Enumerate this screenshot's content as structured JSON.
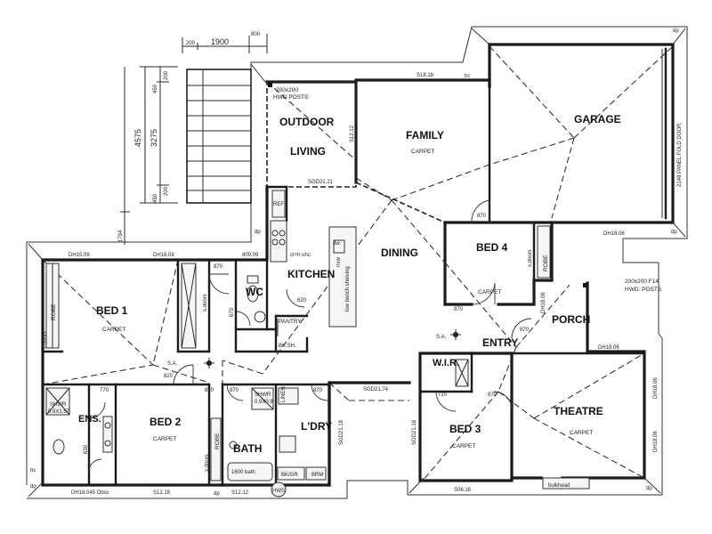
{
  "rooms": {
    "outdoor_living": [
      "OUTDOOR",
      "LIVING"
    ],
    "family": "FAMILY",
    "family_finish": "CARPET",
    "garage": "GARAGE",
    "dining": "DINING",
    "kitchen": "KITCHEN",
    "bed1": "BED 1",
    "bed1_finish": "CARPET",
    "bed2": "BED 2",
    "bed2_finish": "CARPET",
    "bed3": "BED 3",
    "bed3_finish": "CARPET",
    "bed4": "BED 4",
    "bed4_finish": "CARPET",
    "wc": "WC",
    "pantry": "PANTRY",
    "bath": "BATH",
    "laundry": "L'DRY",
    "ensuite": "ENS.",
    "wir": "W.I.R.",
    "entry": "ENTRY",
    "porch": "PORCH",
    "theatre": "THEATRE",
    "theatre_finish": "CARPET"
  },
  "labels": {
    "posts_rear": [
      "200x200",
      "HWD POSTS"
    ],
    "posts_porch": [
      "200x200 F14",
      "HWD. POSTS"
    ],
    "panel_door": "2148 PANEL FOLD DOOR",
    "robe": "ROBE",
    "sdoors": "s.doors",
    "sa": "S.A.",
    "hws": "HWS",
    "brm": "BRM",
    "bkgr": "BK/GR",
    "bath_size": "1600 bath",
    "shwr": [
      "SHWR",
      "0.9X0.9"
    ],
    "ens_shwr": [
      "SHWR",
      "0.9X1.57"
    ],
    "linen": "LINEN",
    "bulkhead": "bulkhead",
    "bksh": "BK.SH.",
    "ref": "REF",
    "dp": "dp",
    "hc": "hc",
    "dw": "dw",
    "ctrl": "ct+h uhc",
    "low_bench": "low bench shelving",
    "microwave": "m/w"
  },
  "heights": {
    "family_sill": "S18.1b",
    "family_side": "S12.12",
    "outdoor_door": "SGD21.21",
    "garage": "DH18.06",
    "bed1_a": "DH15.09",
    "bed1_b": "DH16.09",
    "kitchen_win": "809.09",
    "porch_a": "DH18.06",
    "porch_b": "DH18.06",
    "entry": "SGD21.74",
    "laundry": "SGD21.18",
    "bed3": "SGD21.18",
    "bed2_sill": "S12.18",
    "bath_sill": "S12.12",
    "ens_sill": "DH18.045 Obsc",
    "bed3_sill": "S06.16",
    "theatre_a": "DH18.06",
    "theatre_b": "DH18.06",
    "hc": "hc"
  },
  "dims": {
    "top_a": "200",
    "top_b": "1900",
    "top_c": "800",
    "left_a": "4575",
    "left_b": "3275",
    "left_c": "450",
    "left_d": "450",
    "left_e": "200",
    "left_f": "200",
    "side_1794": "1794",
    "doors": {
      "d870_bed1": "870",
      "d870_fam": "870",
      "d870_bed4": "870",
      "d870_entry": "870",
      "d820_bed2": "820",
      "d820_s": "820",
      "d770_ens": "770",
      "d870_bath": "870",
      "d870_ldry": "870",
      "d720_wir": "720",
      "d870_bed3": "870",
      "d630_ens": "630",
      "d820_pan": "620",
      "d670_wc": "670"
    }
  }
}
